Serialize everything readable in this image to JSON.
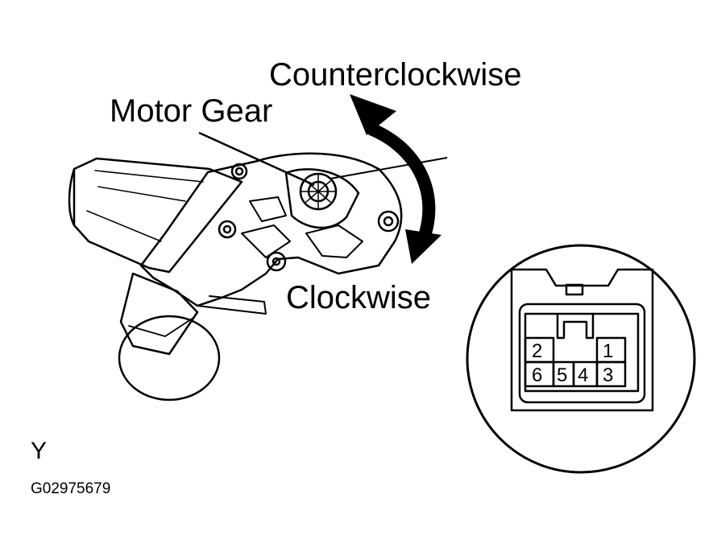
{
  "labels": {
    "counterclockwise": "Counterclockwise",
    "motor_gear": "Motor Gear",
    "clockwise": "Clockwise",
    "view_letter": "Y",
    "figure_code": "G02975679"
  },
  "connector": {
    "pins_top": [
      "2",
      "1"
    ],
    "pins_bottom": [
      "6",
      "5",
      "4",
      "3"
    ]
  },
  "colors": {
    "ink": "#000000",
    "paper": "#ffffff"
  }
}
